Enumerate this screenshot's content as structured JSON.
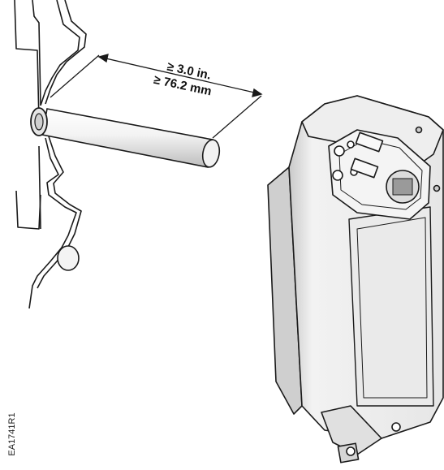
{
  "dimension": {
    "imperial": "≥ 3.0 in.",
    "metric": "≥ 76.2 mm"
  },
  "figure_code": "EA1741R1",
  "colors": {
    "stroke": "#1a1a1a",
    "actuator_body": "#f4f4f4",
    "actuator_shade": "#d0d0d0",
    "shaft_highlight": "#ffffff"
  }
}
